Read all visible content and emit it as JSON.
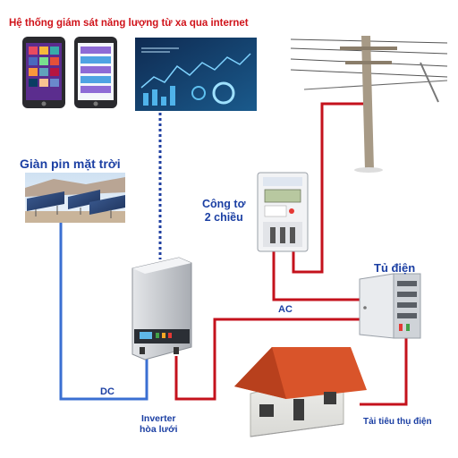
{
  "title": "Hệ thống giám sát năng lượng từ xa qua internet",
  "labels": {
    "solar": "Giàn pin mặt trời",
    "meter_line1": "Công tơ",
    "meter_line2": "2 chiều",
    "panel": "Tủ điện",
    "ac": "AC",
    "dc": "DC",
    "inverter_line1": "Inverter",
    "inverter_line2": "hòa lưới",
    "load": "Tải tiêu thụ điện"
  },
  "colors": {
    "title": "#d0141b",
    "label": "#1b3fa3",
    "ac_wire": "#c4121c",
    "dc_wire": "#3a6fd2",
    "data_link": "#1f3fa0",
    "roof": "#d9542a"
  },
  "icons": [
    "phone-app-icon",
    "dashboard-screen-icon",
    "power-pole-icon",
    "solar-array-icon",
    "energy-meter-icon",
    "electrical-cabinet-icon",
    "inverter-icon",
    "house-icon"
  ]
}
